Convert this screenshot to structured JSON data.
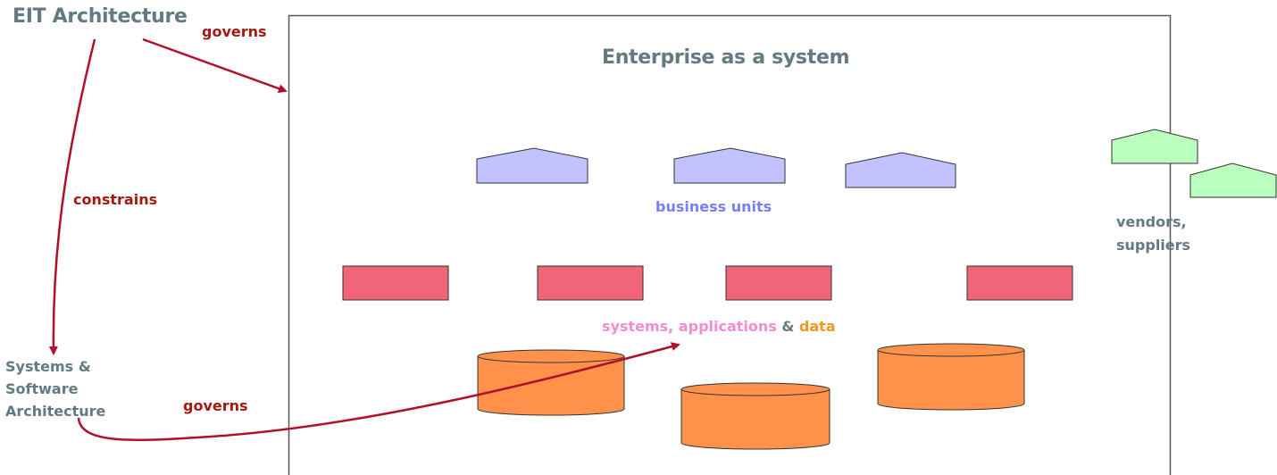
{
  "diagram": {
    "eit_title": "EIT Architecture",
    "enterprise_title": "Enterprise as a system",
    "ssa_title": "Systems & Software Architecture",
    "edges": {
      "governs_top": "governs",
      "constrains": "constrains",
      "governs_bottom": "governs"
    },
    "groups": {
      "business_units": "business units",
      "systems_label_part1": "systems, applications",
      "systems_label_amp": " & ",
      "systems_label_part2": "data",
      "vendors": "vendors, suppliers"
    },
    "counts": {
      "business_unit_shapes": 3,
      "system_boxes": 4,
      "data_stores": 3,
      "vendor_shapes": 2
    },
    "colors": {
      "arrow": "#b0102a",
      "label_red": "#a31a14",
      "title_grey": "#627a80",
      "business_unit_fill": "#c2c2ff",
      "business_unit_text": "#7b7ef5",
      "system_fill": "#f26479",
      "data_fill": "#ff914a",
      "vendor_fill": "#baffbe",
      "systems_text": "#f58cd2",
      "data_text": "#f7961e"
    }
  }
}
